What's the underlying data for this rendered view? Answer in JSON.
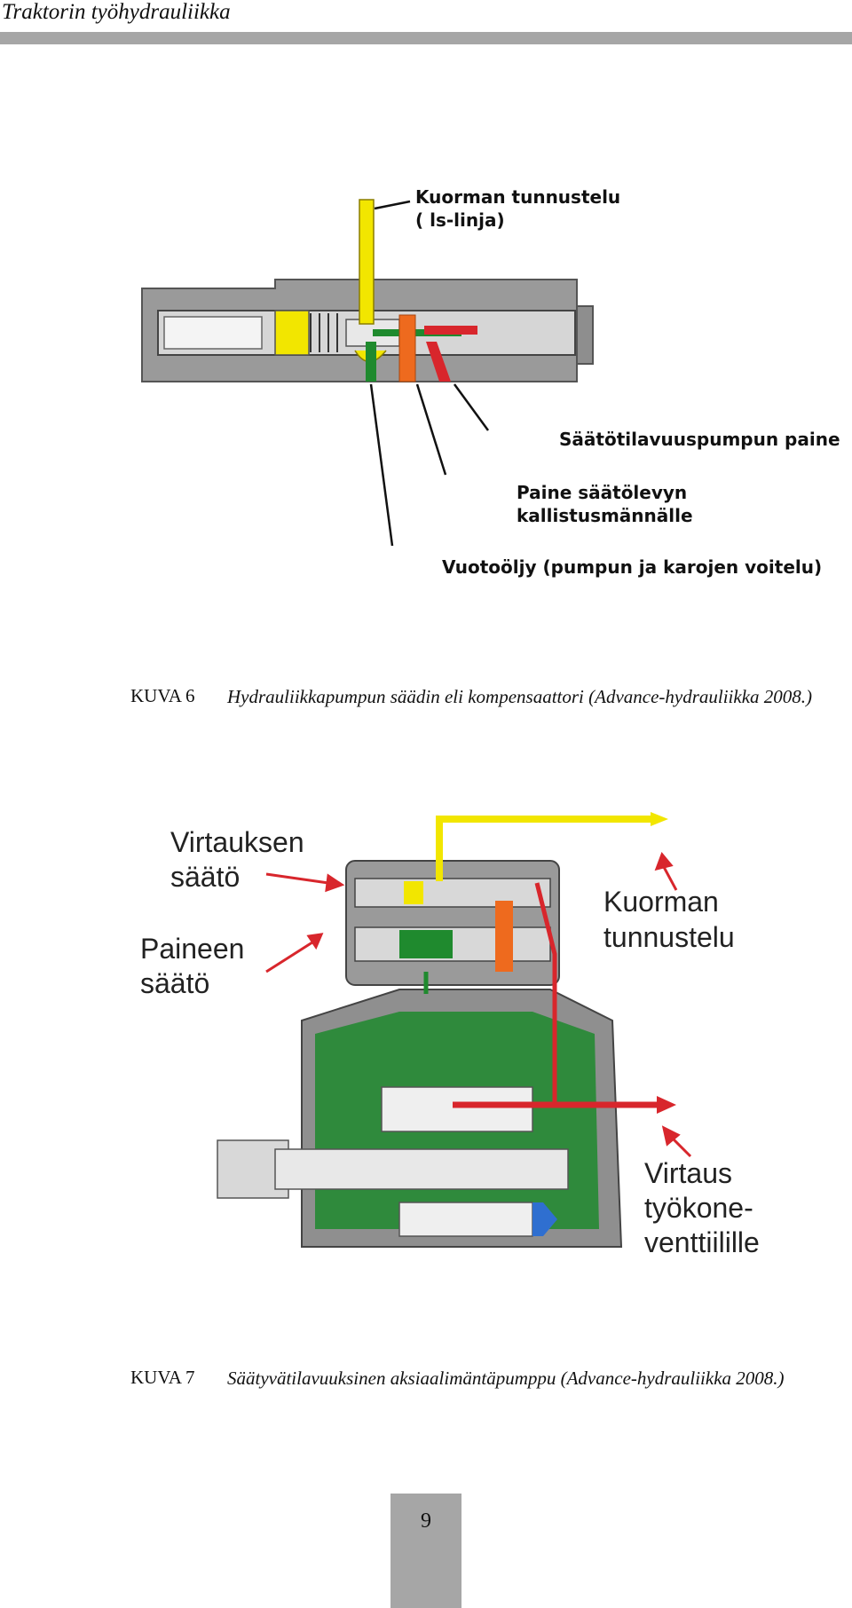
{
  "header": {
    "title": "Traktorin työhydrauliikka"
  },
  "figure1": {
    "labels": {
      "load_sensing": [
        "Kuorman tunnustelu",
        "( ls-linja)"
      ],
      "pump_pressure": "Säätötilavuuspumpun paine",
      "swash_pressure": [
        "Paine säätölevyn",
        "kallistusmännälle"
      ],
      "leak_oil": "Vuotoöljy (pumpun ja karojen voitelu)"
    },
    "caption": {
      "number": "KUVA 6",
      "text": "Hydrauliikkapumpun säädin eli kompensaattori (Advance-hydrauliikka 2008.)"
    }
  },
  "figure2": {
    "labels": {
      "flow_control": [
        "Virtauksen",
        "säätö"
      ],
      "pressure_control": [
        "Paineen",
        "säätö"
      ],
      "load_sensing": [
        "Kuorman",
        "tunnustelu"
      ],
      "flow_out": [
        "Virtaus",
        "työkone-",
        "venttiilille"
      ]
    },
    "caption": {
      "number": "KUVA 7",
      "text": "Säätyvätilavuuksinen aksiaalimäntäpumppu (Advance-hydrauliikka 2008.)"
    }
  },
  "footer": {
    "page_number": "9"
  },
  "colors": {
    "yellow": "#f2e600",
    "green": "#1f8a2e",
    "orange": "#ee6a1e",
    "red": "#d8262c",
    "blue": "#2f6fd0",
    "gray": "#a6a6a6"
  }
}
